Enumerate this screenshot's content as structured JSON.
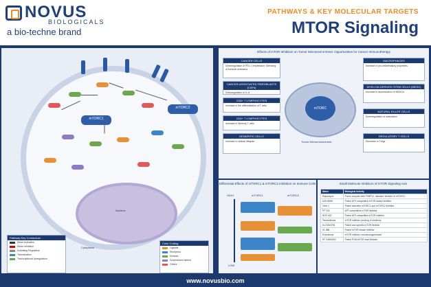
{
  "brand": {
    "name": "NOVUS",
    "sub": "BIOLOGICALS",
    "tagline": "a bio-techne brand"
  },
  "header": {
    "kicker": "PATHWAYS & KEY MOLECULAR TARGETS",
    "title": "MTOR Signaling"
  },
  "left_panel": {
    "mtorc1_label": "mTORC1",
    "mtorc2_label": "mTORC2",
    "legend_title": "Pathway Key Connectors",
    "legend_items": [
      "Direct Activation",
      "Direct Inhibition",
      "Activating Regulation",
      "Translocation",
      "Transcriptional Upregulation"
    ],
    "color_legend_title": "Color Coding",
    "color_items": [
      "Ligands",
      "Receptors",
      "Kinases",
      "Downstream factors",
      "Others"
    ],
    "nucleus_label": "Nucleus",
    "cytoplasm_label": "Cytoplasm"
  },
  "right_top": {
    "title": "Effects of mTOR Inhibition on Tumor Microenvironment: Opportunities for Cancer Immunotherapy",
    "center_label": "mTORC",
    "tumor_label": "Tumor Microenvironment",
    "left_boxes": [
      {
        "title": "CANCER CELLS",
        "body": "Downregulation of PD-L1 expression; Silencing of immune activators"
      },
      {
        "title": "CANCER-ASSOCIATED FIBROBLASTS (CAFs)",
        "body": "Downregulation of IL-6"
      },
      {
        "title": "CD8+ T LYMPHOCYTES",
        "body": "Increase in the differentiation of T cells"
      },
      {
        "title": "CD4+ T LYMPHOCYTES",
        "body": "Increase in Memory T cells"
      },
      {
        "title": "DENDRITIC CELLS",
        "body": "Increase in cellular lifespan"
      }
    ],
    "right_boxes": [
      {
        "title": "MACROPHAGES",
        "body": "Increase in pro-inflammatory properties"
      },
      {
        "title": "MYELOID-DERIVED STEM CELLS (MDSC)",
        "body": "Increase in accumulation of MDSCs"
      },
      {
        "title": "NATURAL KILLER CELLS",
        "body": "Downregulation of maturation"
      },
      {
        "title": "REGULATORY T CELLS",
        "body": "Decrease in Tregs"
      }
    ]
  },
  "right_bottom_left": {
    "title": "Differential Effects of mTORC1 & mTORC2 Inhibition on Immune Cells",
    "col_labels": [
      "HIGH",
      "mTORC1",
      "mTORC2",
      "LOW"
    ]
  },
  "right_bottom_right": {
    "title": "Small Molecule Inhibitors of mTOR Signaling Axis",
    "headers": [
      "Name",
      "Biological Activity"
    ],
    "rows": [
      [
        "Rapamycin",
        "Forms complex with FKBP12, allosteric inhibitor of mTORC1"
      ],
      [
        "AZD 8055",
        "Potent ATP-competitive mTOR kinase inhibitor"
      ],
      [
        "Torin 1",
        "Potent selective mTORC1 and mTORC2 inhibitor"
      ],
      [
        "PP 242",
        "ATP-competitive mTOR inhibitor"
      ],
      [
        "WYE 687",
        "Potent ATP-competitive mTOR inhibitor"
      ],
      [
        "Temsirolimus",
        "mTOR inhibitor; prodrug of sirolimus"
      ],
      [
        "KU 0063794",
        "Potent and specific mTOR inhibitor"
      ],
      [
        "XL 388",
        "Potent mTOR kinase inhibitor"
      ],
      [
        "Everolimus",
        "mTOR inhibitor; immunosuppressant"
      ],
      [
        "PF 04691502",
        "Potent PI3K/mTOR dual inhibitor"
      ]
    ]
  },
  "footer": {
    "url": "www.novusbio.com"
  },
  "colors": {
    "navy": "#1d3a6e",
    "accent": "#f08a24",
    "blue": "#2f5ea8"
  }
}
